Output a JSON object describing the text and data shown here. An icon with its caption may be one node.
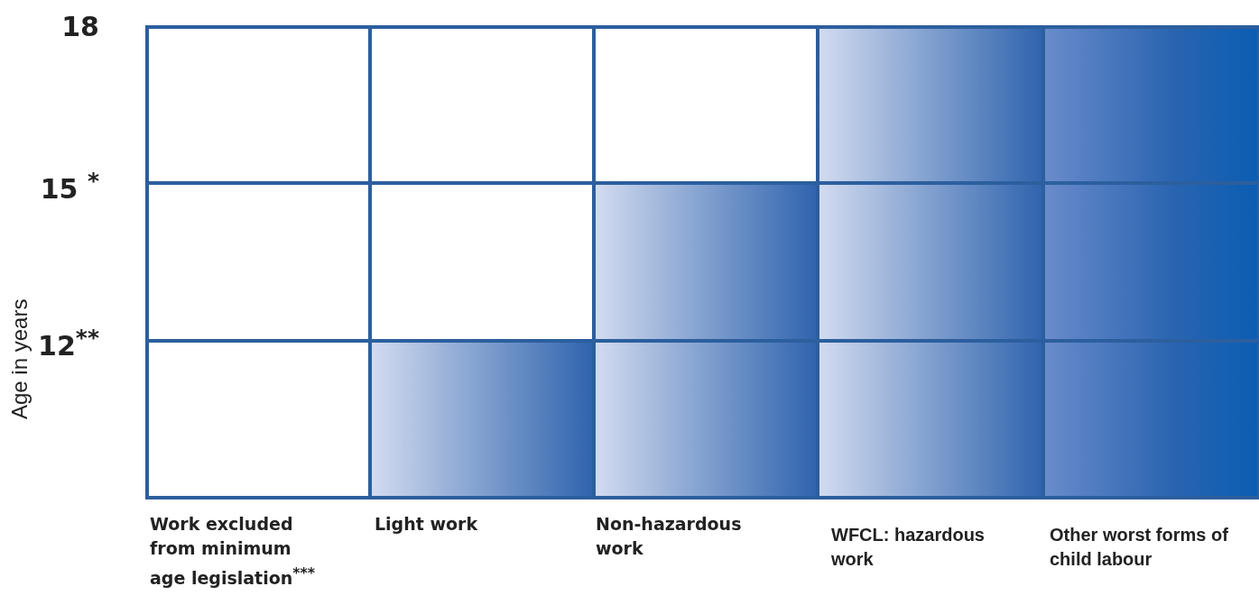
{
  "diagram": {
    "labels": [
      "18",
      "15 $^{*}$",
      "Age in years",
      "12$^{**}$",
      "Work excluded from minimum age legislation$^{***}$",
      "Light work",
      "Non-hazardous work",
      "WFCL: hazardous work",
      "Other worst forms of child labour"
    ]
  }
}
